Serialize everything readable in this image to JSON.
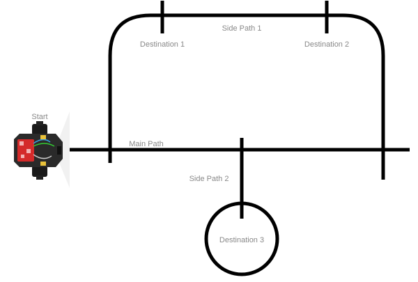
{
  "labels": {
    "start": "Start",
    "main_path": "Main Path",
    "side_path_1": "Side Path 1",
    "side_path_2": "Side Path 2",
    "destination_1": "Destination 1",
    "destination_2": "Destination 2",
    "destination_3": "Destination 3"
  },
  "colors": {
    "track": "#000000",
    "label": "#888888",
    "robot_body": "#2a2a2a",
    "robot_board": "#d42a2a"
  },
  "icons": {
    "robot": "line-following-robot-icon"
  }
}
